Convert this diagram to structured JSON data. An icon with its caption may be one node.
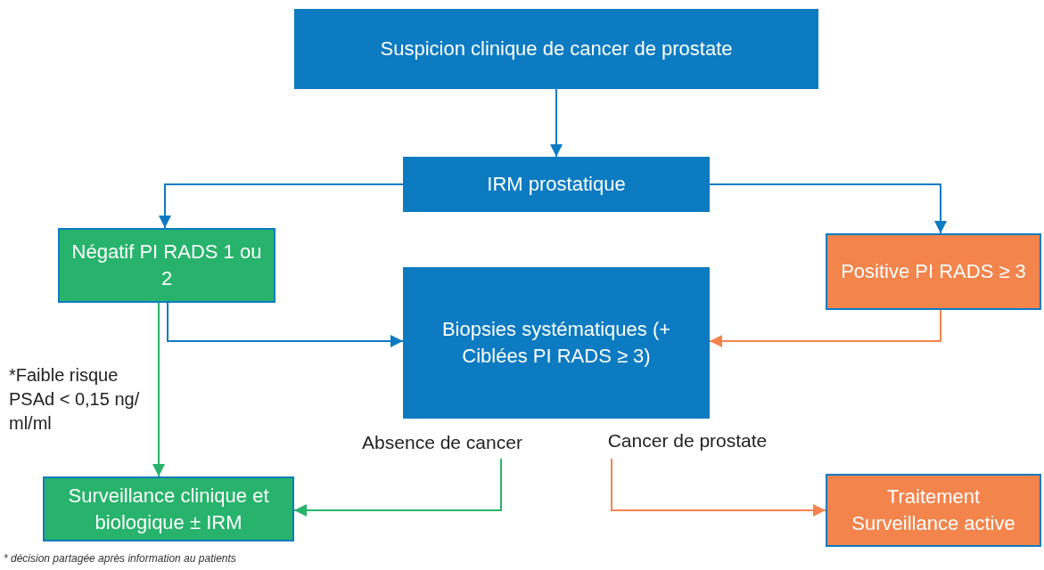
{
  "diagram": {
    "caption": "* décision partagée après information au patients",
    "nodes": [
      {
        "text": [
          "Suspicion clinique de cancer de prostate"
        ]
      },
      {
        "text": [
          "IRM prostatique"
        ]
      },
      {
        "text": [
          "Négatif PI RADS 1 ou 2"
        ]
      },
      {
        "text": [
          "Positive PI RADS ≥ 3"
        ]
      },
      {
        "text": [
          "Biopsies systématiques (+ Ciblées PI RADS ≥ 3)"
        ]
      },
      {
        "text": [
          "Absence de cancer"
        ]
      },
      {
        "text": [
          "Surveillance clinique et biologique ± IRM"
        ]
      },
      {
        "text": [
          "Cancer de prostate"
        ]
      },
      {
        "text": [
          "Traitement Surveillance active"
        ]
      }
    ],
    "edges": [
      {
        "from": 0,
        "to": 1,
        "arrow": "to"
      },
      {
        "from": 1,
        "to": 2,
        "arrow": "to"
      },
      {
        "from": 1,
        "to": 3,
        "arrow": "to"
      },
      {
        "from": 2,
        "to": 4,
        "arrow": "to"
      },
      {
        "from": 2,
        "to": 6,
        "arrow": "to",
        "color": "#27b36b",
        "label": "*Faible risque PSAd < 0,15 ng/ ml/ml"
      },
      {
        "from": 3,
        "to": 4,
        "arrow": "to",
        "color": "#f3844c"
      },
      {
        "from": 5,
        "to": 6,
        "arrow": "to",
        "color": "#27b36b"
      },
      {
        "from": 7,
        "to": 8,
        "arrow": "to",
        "color": "#f3844c"
      }
    ]
  }
}
